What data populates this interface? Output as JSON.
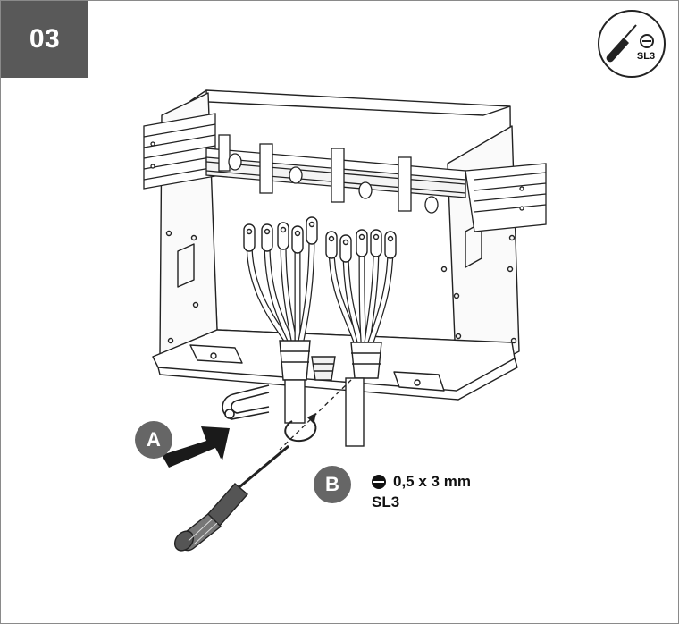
{
  "step_number": "03",
  "tool_badge": {
    "icon": "flat-screwdriver-icon",
    "label": "SL3"
  },
  "labels": {
    "a": "A",
    "b": "B"
  },
  "spec": {
    "icon": "slotted-screw-icon",
    "size": "0,5 x 3 mm",
    "tool": "SL3"
  }
}
